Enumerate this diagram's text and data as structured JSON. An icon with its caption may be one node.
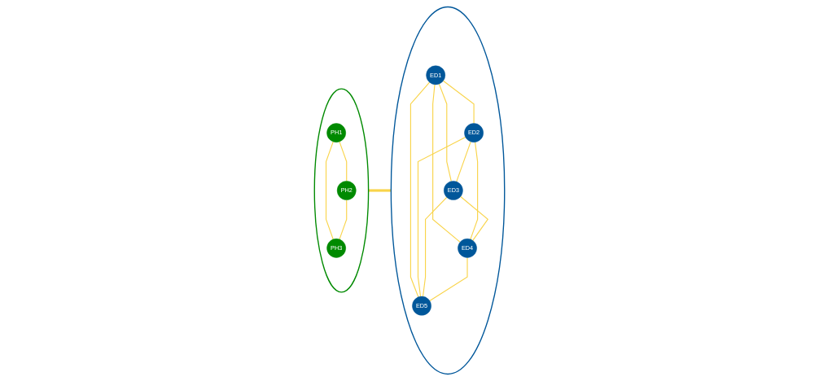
{
  "diagram": {
    "nodes": [
      {
        "text": [],
        "shape": "circle"
      },
      {
        "text": [
          "PH1"
        ],
        "in": 0
      },
      {
        "text": [
          "PH2"
        ],
        "in": 0
      },
      {
        "text": [
          "PH3"
        ],
        "in": 0
      },
      {
        "text": [],
        "shape": "circle"
      },
      {
        "text": [
          "ED1"
        ],
        "in": 4
      },
      {
        "text": [
          "ED2"
        ],
        "in": 4
      },
      {
        "text": [
          "ED3"
        ],
        "in": 4
      },
      {
        "text": [
          "ED4"
        ],
        "in": 4
      },
      {
        "text": [
          "ED5"
        ],
        "in": 4
      }
    ],
    "edges": [
      {
        "from": 0,
        "to": 4,
        "arrow": "none",
        "style": "thick"
      },
      {
        "from": 1,
        "to": 2,
        "arrow": "none"
      },
      {
        "from": 1,
        "to": 3,
        "arrow": "none"
      },
      {
        "from": 2,
        "to": 3,
        "arrow": "none"
      },
      {
        "from": 5,
        "to": 6,
        "arrow": "none"
      },
      {
        "from": 5,
        "to": 7,
        "arrow": "none"
      },
      {
        "from": 5,
        "to": 8,
        "arrow": "none"
      },
      {
        "from": 5,
        "to": 9,
        "arrow": "none"
      },
      {
        "from": 6,
        "to": 7,
        "arrow": "none"
      },
      {
        "from": 6,
        "to": 8,
        "arrow": "none"
      },
      {
        "from": 6,
        "to": 9,
        "arrow": "none"
      },
      {
        "from": 7,
        "to": 8,
        "arrow": "none"
      },
      {
        "from": 7,
        "to": 9,
        "arrow": "none"
      },
      {
        "from": 8,
        "to": 9,
        "arrow": "none"
      }
    ]
  }
}
